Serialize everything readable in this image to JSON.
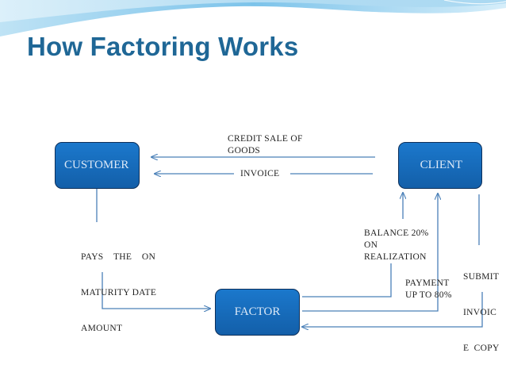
{
  "title": "How Factoring Works",
  "nodes": {
    "customer": "CUSTOMER",
    "client": "CLIENT",
    "factor": "FACTOR"
  },
  "labels": {
    "credit_sale": [
      "CREDIT SALE OF",
      "GOODS"
    ],
    "invoice": "INVOICE",
    "pays_on_maturity": [
      "PAYS    THE    ON",
      "MATURITY DATE",
      "AMOUNT"
    ],
    "balance": [
      "BALANCE 20%",
      "ON",
      "REALIZATION"
    ],
    "payment": [
      "PAYMENT",
      "UP TO 80%"
    ],
    "submit_invoice": [
      "SUBMIT",
      "INVOIC",
      "E  COPY"
    ]
  },
  "colors": {
    "title": "#1f6796",
    "node_fill": "#1769bb",
    "node_text": "#dce9f7",
    "arrow": "#4a80b8"
  }
}
